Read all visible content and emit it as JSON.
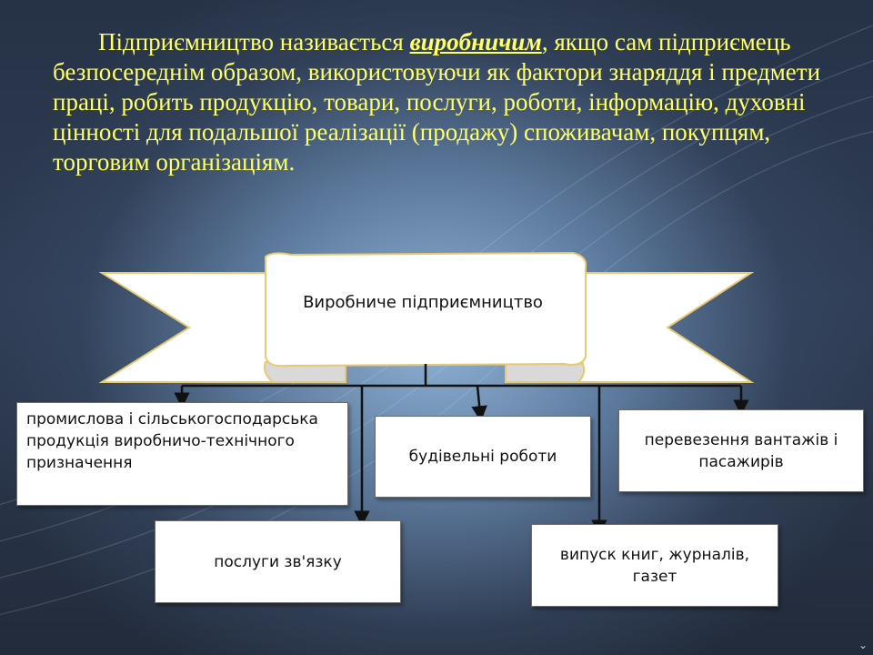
{
  "paragraph": {
    "part1": "Підприємництво називається ",
    "highlight": "виробничим",
    "part2": ", якщо сам підприємець безпосереднім образом, використовуючи як фактори знаряддя і предмети праці, робить продукцію, товари, послуги, роботи, інформацію, духовні цінності для подальшої реалізації (продажу) споживачам, покупцям, торговим організаціям."
  },
  "diagram": {
    "root": "Виробниче підприємництво",
    "nodes": {
      "industrial": "промислова і сільськогосподарська продукція виробничо-технічного призначення",
      "communication": "послуги зв'язку",
      "construction": "будівельні роботи",
      "publishing": "випуск книг, журналів, газет",
      "transport": "перевезення вантажів і пасажирів"
    }
  },
  "colors": {
    "text_accent": "#ffff66",
    "banner_fill": "#ffffff",
    "banner_border": "#e8c870",
    "connector": "#111111"
  },
  "footer": {
    "corner_mark": "⌄"
  }
}
